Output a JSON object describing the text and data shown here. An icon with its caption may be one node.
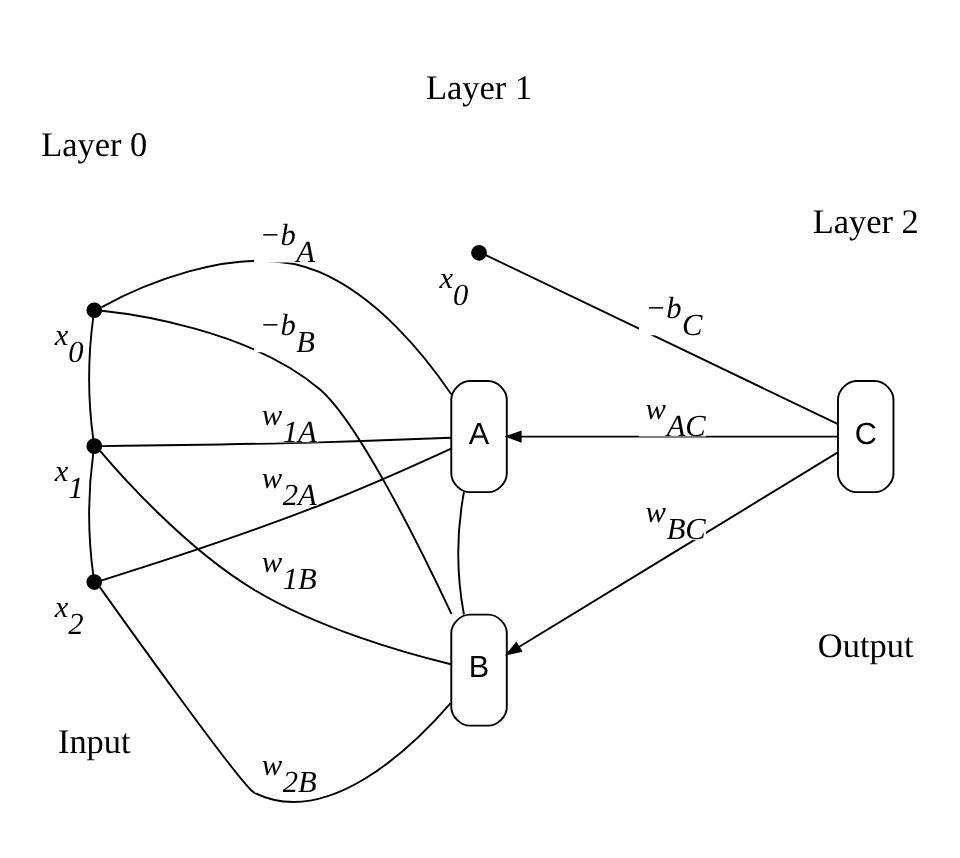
{
  "diagram": {
    "nodes": [
      {
        "text": [],
        "shape": "circle",
        "beside": [
          "x$_{0}$"
        ]
      },
      {
        "text": [],
        "shape": "circle",
        "beside": [
          "x$_{1}$"
        ]
      },
      {
        "text": [],
        "shape": "circle",
        "beside": [
          "x$_{2}$"
        ]
      },
      {
        "text": [],
        "shape": "circle",
        "beside": [
          "x$_{0}$"
        ]
      },
      {
        "text": [
          "A"
        ]
      },
      {
        "text": [
          "B"
        ]
      },
      {
        "text": [
          "C"
        ]
      }
    ],
    "edges": [
      {
        "from": 0,
        "to": 1,
        "arrow": "none"
      },
      {
        "from": 1,
        "to": 2,
        "arrow": "none"
      },
      {
        "from": 0,
        "to": 4,
        "arrow": "none",
        "label": "−b$_{A}$"
      },
      {
        "from": 1,
        "to": 4,
        "arrow": "none",
        "label": "w$_{1A}$"
      },
      {
        "from": 2,
        "to": 4,
        "arrow": "none",
        "label": "w$_{2A}$"
      },
      {
        "from": 0,
        "to": 5,
        "arrow": "none",
        "label": "−b$_{B}$"
      },
      {
        "from": 1,
        "to": 5,
        "arrow": "none",
        "label": "w$_{1B}$"
      },
      {
        "from": 2,
        "to": 5,
        "arrow": "none",
        "label": "w$_{2B}$"
      },
      {
        "from": 4,
        "to": 5,
        "arrow": "none"
      },
      {
        "from": 3,
        "to": 6,
        "arrow": "none",
        "label": "−b$_{C}$"
      },
      {
        "from": 6,
        "to": 4,
        "arrow": "to",
        "label": "w$_{AC}$"
      },
      {
        "from": 6,
        "to": 5,
        "arrow": "to",
        "label": "w$_{BC}$"
      }
    ],
    "labels": [
      "Layer 0",
      "Layer 1",
      "Layer 2",
      "Input",
      "Output"
    ]
  }
}
